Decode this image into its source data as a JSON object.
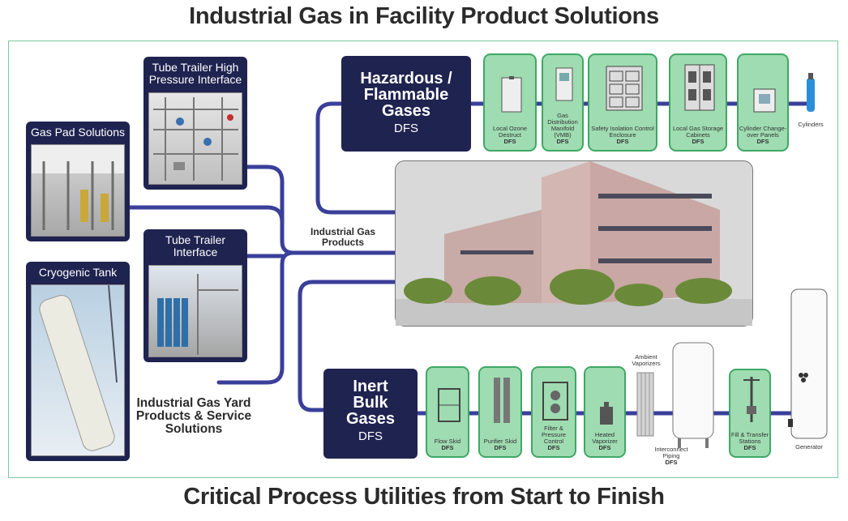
{
  "header": {
    "title": "Industrial Gas in Facility Product Solutions"
  },
  "footer": {
    "title": "Critical Process Utilities from Start to Finish"
  },
  "left_panels": [
    {
      "label": "Tube Trailer High Pressure Interface"
    },
    {
      "label": "Gas Pad Solutions"
    },
    {
      "label": "Tube Trailer Interface"
    },
    {
      "label": "Cryogenic Tank"
    }
  ],
  "center": {
    "products_label": "Industrial Gas Products",
    "yard_label": "Industrial Gas Yard Products & Service Solutions"
  },
  "hazardous": {
    "title": "Hazardous / Flammable Gases",
    "sub": "DFS",
    "items": [
      {
        "label": "Local Ozone Destruct",
        "tag": "DFS"
      },
      {
        "label": "Gas Distribution Manifold (VMB)",
        "tag": "DFS"
      },
      {
        "label": "Safety Isolation Control Enclosure",
        "tag": "DFS"
      },
      {
        "label": "Local Gas Storage Cabinets",
        "tag": "DFS"
      },
      {
        "label": "Cylinder Change-over Panels",
        "tag": "DFS"
      }
    ],
    "end_label": "Cylinders"
  },
  "inert": {
    "title": "Inert Bulk Gases",
    "sub": "DFS",
    "items": [
      {
        "label": "Flow Skid",
        "tag": "DFS"
      },
      {
        "label": "Purifier Skid",
        "tag": "DFS"
      },
      {
        "label": "Filter & Pressure Control",
        "tag": "DFS"
      },
      {
        "label": "Heated Vaporizer",
        "tag": "DFS"
      },
      {
        "label": "Fill & Transfer Stations",
        "tag": "DFS"
      }
    ],
    "ambient_label": "Ambient Vaporizers",
    "interconnect_label": "Interconnect Piping",
    "interconnect_tag": "DFS",
    "generator_label": "Generator"
  },
  "colors": {
    "navy": "#1f2350",
    "line": "#3a3f9a",
    "green_fill": "#9fdcb1",
    "green_border": "#3fa865",
    "frame": "#7bc9a0"
  }
}
